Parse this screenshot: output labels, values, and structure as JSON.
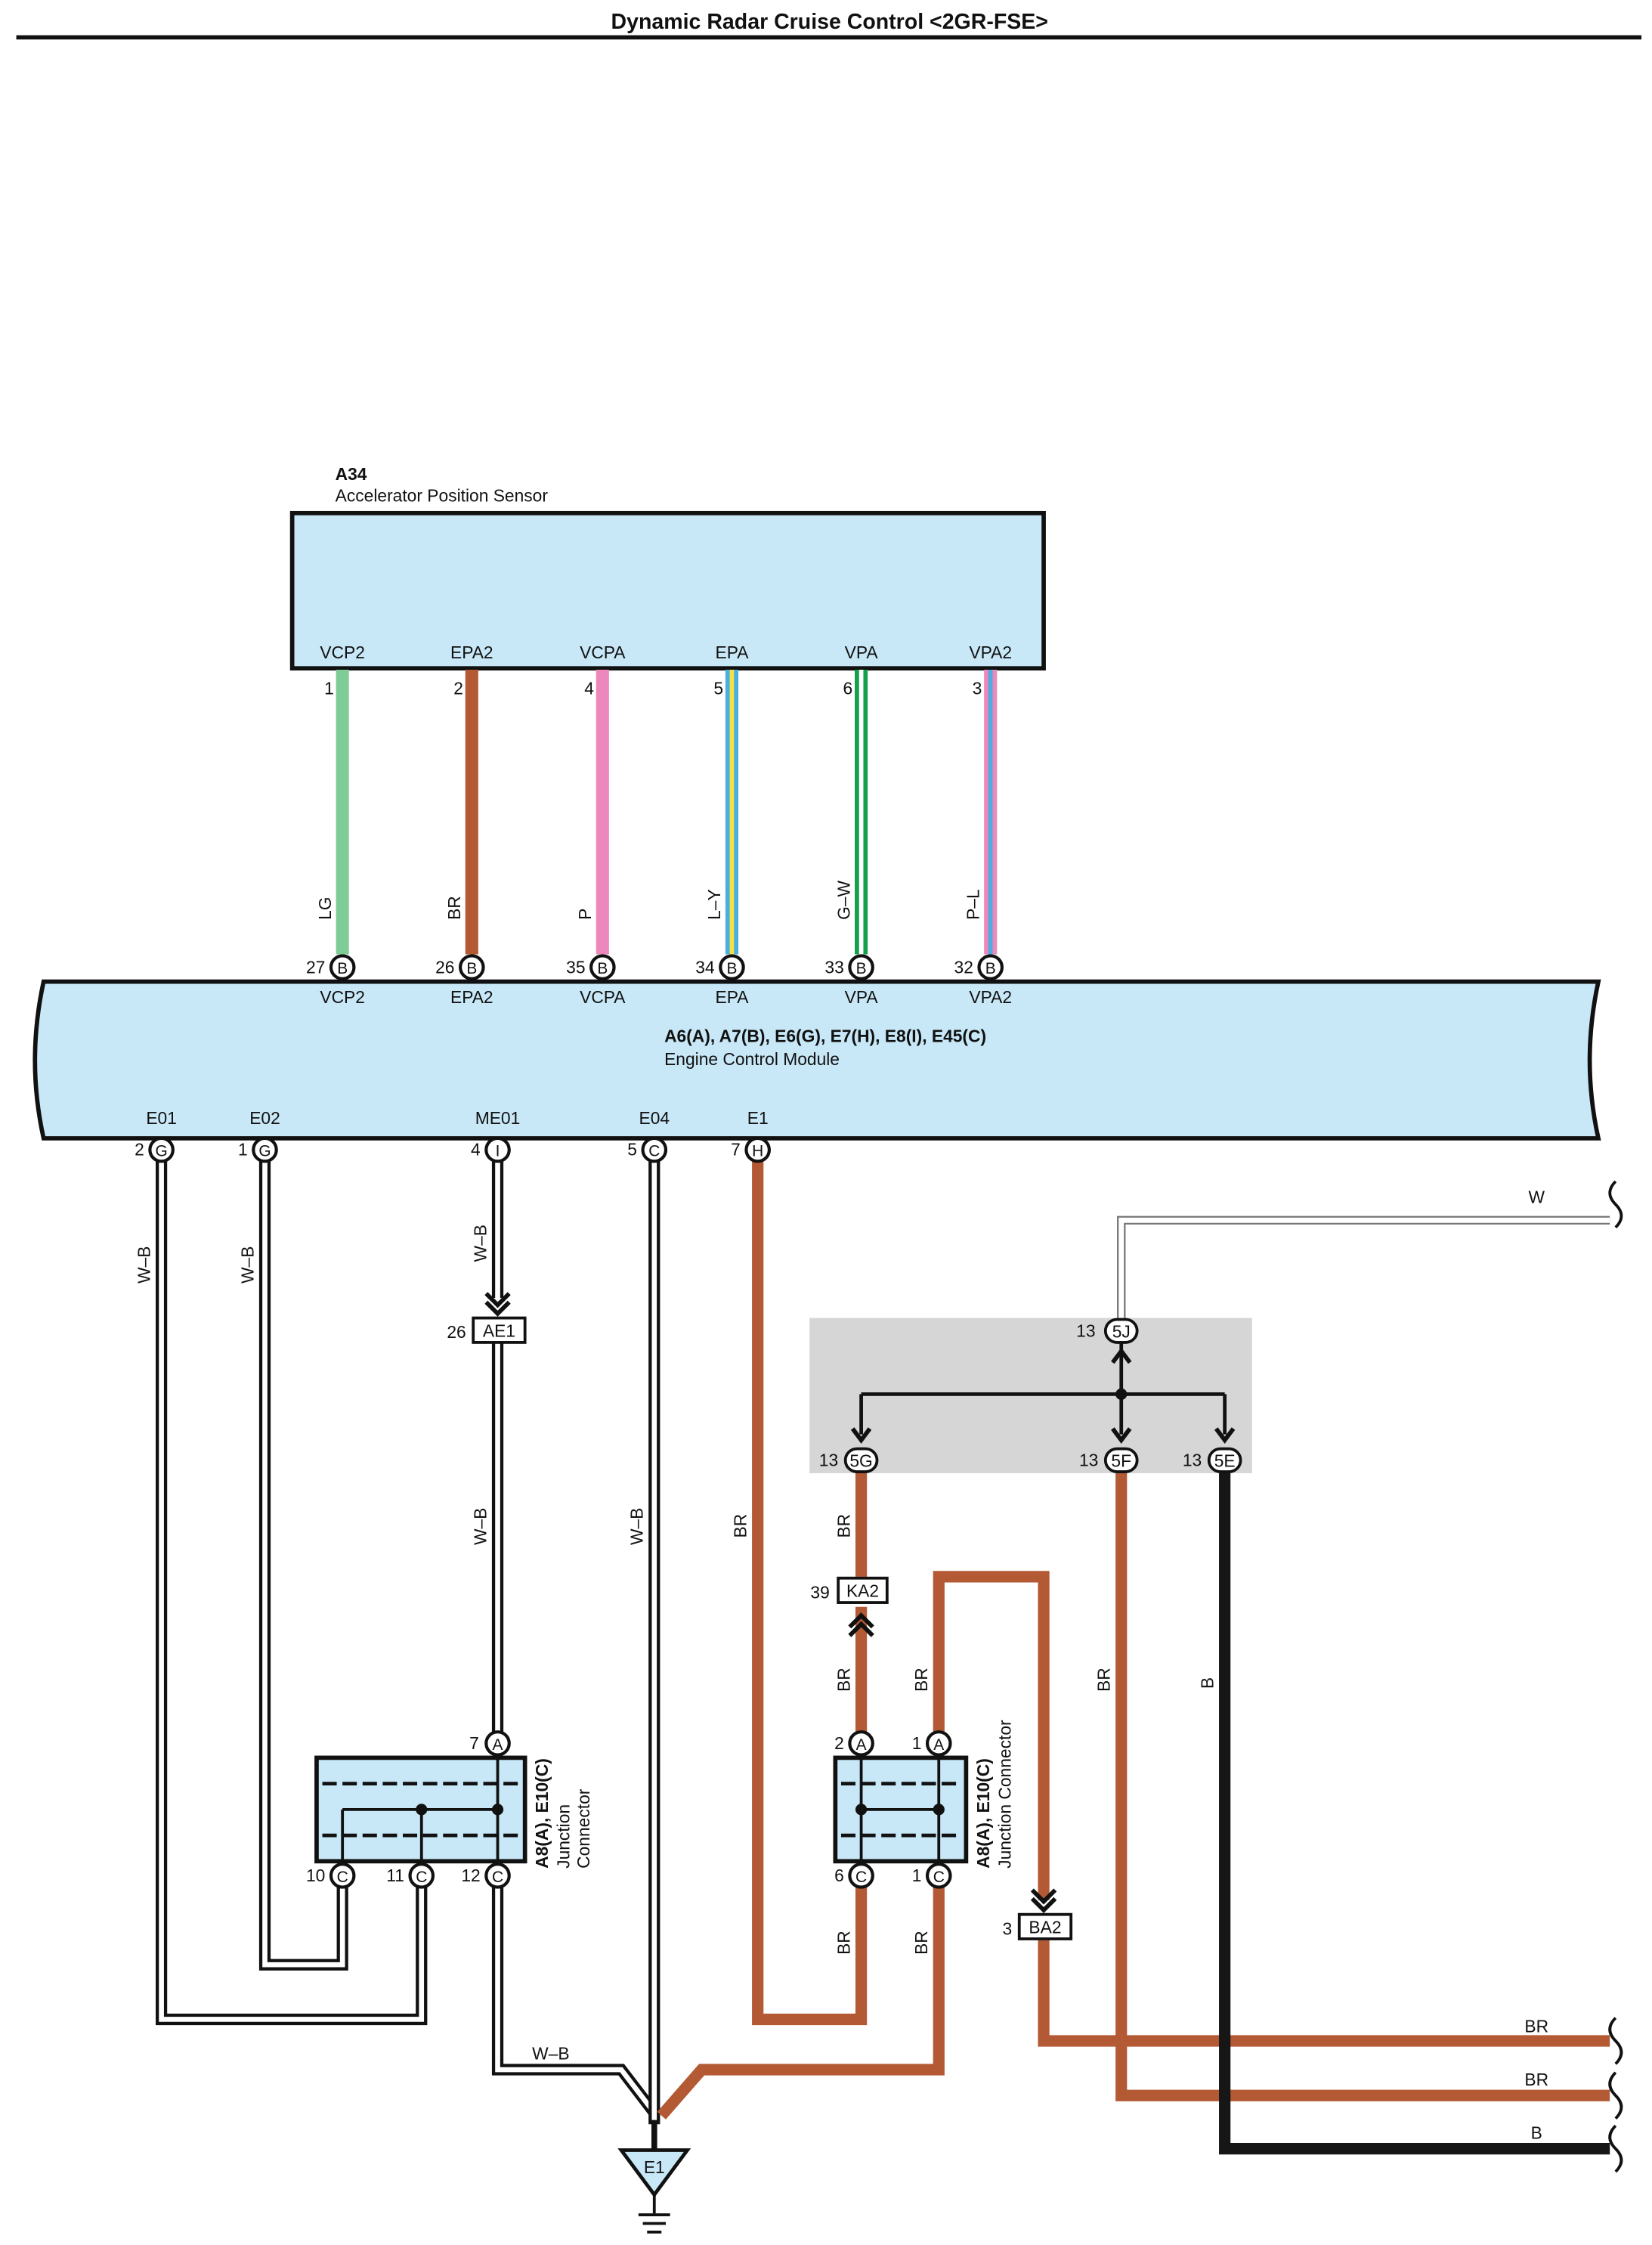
{
  "title": "Dynamic Radar Cruise Control <2GR-FSE>",
  "colors": {
    "LG": "#7fcc96",
    "BR": "#b35a35",
    "P": "#ee87bb",
    "G": "#11a04b",
    "L": "#4aaee0",
    "Y": "#f5e04a",
    "W": "#ffffff",
    "B": "#161616",
    "module_fill": "#c8e8f8",
    "junction_block_fill": "#d6d6d6"
  },
  "sensor": {
    "code": "A34",
    "name": "Accelerator Position Sensor",
    "terminals": [
      {
        "name": "VCP2",
        "pin": "1"
      },
      {
        "name": "EPA2",
        "pin": "2"
      },
      {
        "name": "VCPA",
        "pin": "4"
      },
      {
        "name": "EPA",
        "pin": "5"
      },
      {
        "name": "VPA",
        "pin": "6"
      },
      {
        "name": "VPA2",
        "pin": "3"
      }
    ]
  },
  "sensor_wires": [
    {
      "color_code": "LG",
      "to_pin": "27",
      "connector": "B",
      "ecm_terminal": "VCP2"
    },
    {
      "color_code": "BR",
      "to_pin": "26",
      "connector": "B",
      "ecm_terminal": "EPA2"
    },
    {
      "color_code": "P",
      "to_pin": "35",
      "connector": "B",
      "ecm_terminal": "VCPA"
    },
    {
      "color_code": "L–Y",
      "to_pin": "34",
      "connector": "B",
      "ecm_terminal": "EPA"
    },
    {
      "color_code": "G–W",
      "to_pin": "33",
      "connector": "B",
      "ecm_terminal": "VPA"
    },
    {
      "color_code": "P–L",
      "to_pin": "32",
      "connector": "B",
      "ecm_terminal": "VPA2"
    }
  ],
  "ecm": {
    "codes": "A6(A), A7(B), E6(G), E7(H), E8(I), E45(C)",
    "name": "Engine Control Module",
    "ground_terminals": [
      {
        "name": "E01",
        "pin": "2",
        "connector": "G"
      },
      {
        "name": "E02",
        "pin": "1",
        "connector": "G"
      },
      {
        "name": "ME01",
        "pin": "4",
        "connector": "I"
      },
      {
        "name": "E04",
        "pin": "5",
        "connector": "C"
      },
      {
        "name": "E1",
        "pin": "7",
        "connector": "H"
      }
    ]
  },
  "wire_labels": {
    "e01": "W–B",
    "e02": "W–B",
    "me01_upper": "W–B",
    "me01_lower": "W–B",
    "e04": "W–B",
    "e1": "BR",
    "to_ground": "W–B",
    "top_right": "W",
    "g5": "BR",
    "ka2_lower": "BR",
    "jc2_a_top": "BR",
    "f5": "BR",
    "e5": "B",
    "jc2_c6": "BR",
    "jc2_c1": "BR",
    "right_br_1": "BR",
    "right_br_2": "BR",
    "right_b": "B"
  },
  "inline_connectors": {
    "ae1": {
      "label": "AE1",
      "pin": "26"
    },
    "ka2": {
      "label": "KA2",
      "pin": "39"
    },
    "ba2": {
      "label": "BA2",
      "pin": "3"
    }
  },
  "junction_block": {
    "top": {
      "label": "5J",
      "pin": "13"
    },
    "outputs": [
      {
        "label": "5G",
        "pin": "13"
      },
      {
        "label": "5F",
        "pin": "13"
      },
      {
        "label": "5E",
        "pin": "13"
      }
    ]
  },
  "junction_connectors": [
    {
      "codes": "A8(A), E10(C)",
      "name_line1": "Junction",
      "name_line2": "Connector",
      "top_pins": [
        {
          "pin": "7",
          "connector": "A"
        }
      ],
      "bottom_pins": [
        {
          "pin": "10",
          "connector": "C"
        },
        {
          "pin": "11",
          "connector": "C"
        },
        {
          "pin": "12",
          "connector": "C"
        }
      ]
    },
    {
      "codes": "A8(A), E10(C)",
      "name": "Junction Connector",
      "top_pins": [
        {
          "pin": "2",
          "connector": "A"
        },
        {
          "pin": "1",
          "connector": "A"
        }
      ],
      "bottom_pins": [
        {
          "pin": "6",
          "connector": "C"
        },
        {
          "pin": "1",
          "connector": "C"
        }
      ]
    }
  ],
  "ground": {
    "label": "E1"
  }
}
